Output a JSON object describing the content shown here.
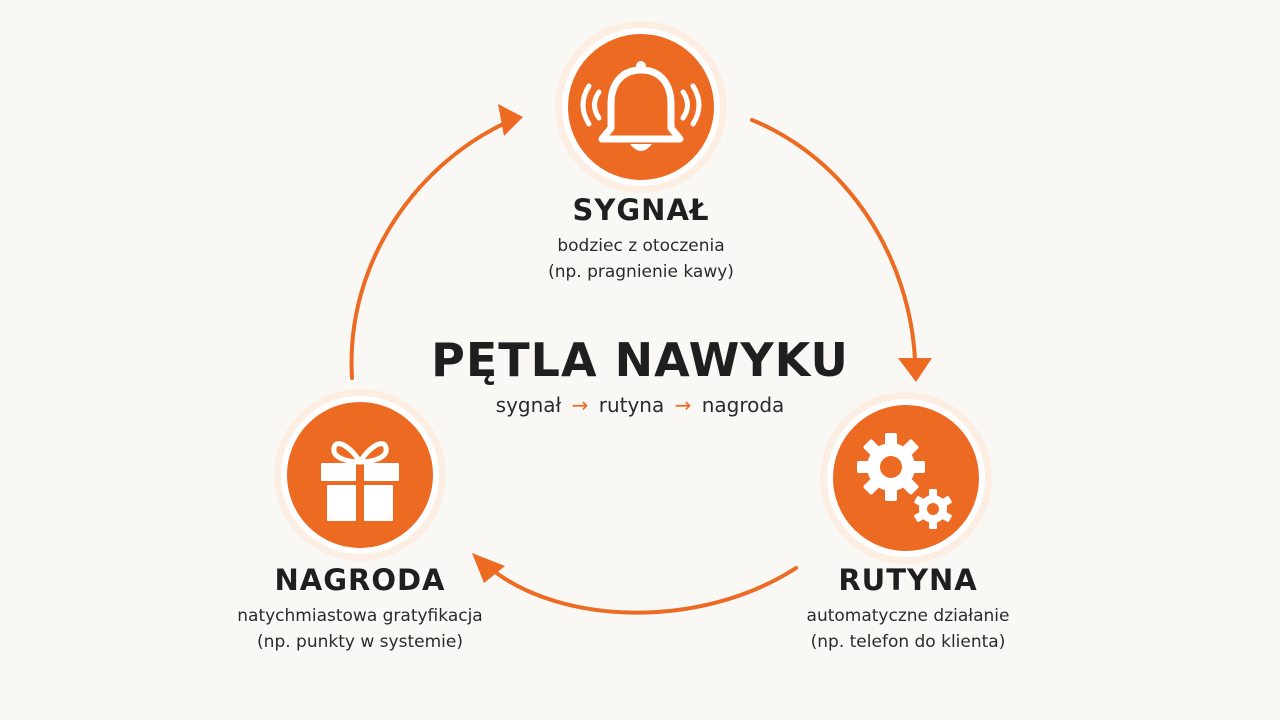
{
  "title": "PĘTLA NAWYKU",
  "subtitle": {
    "parts": [
      "sygnał",
      "rutyna",
      "nagroda"
    ],
    "separator": "→"
  },
  "nodes": [
    {
      "id": "signal",
      "icon": "bell-icon",
      "title": "SYGNAŁ",
      "desc_line1": "bodziec z otoczenia",
      "desc_line2": "(np. pragnienie kawy)"
    },
    {
      "id": "routine",
      "icon": "gears-icon",
      "title": "RUTYNA",
      "desc_line1": "automatyczne działanie",
      "desc_line2": "(np. telefon do klienta)"
    },
    {
      "id": "reward",
      "icon": "gift-icon",
      "title": "NAGRODA",
      "desc_line1": "natychmiastowa gratyfikacja",
      "desc_line2": "(np. punkty w systemie)"
    }
  ],
  "colors": {
    "accent": "#ec6a22",
    "background": "#faf8f5",
    "text": "#1f1f1f"
  }
}
